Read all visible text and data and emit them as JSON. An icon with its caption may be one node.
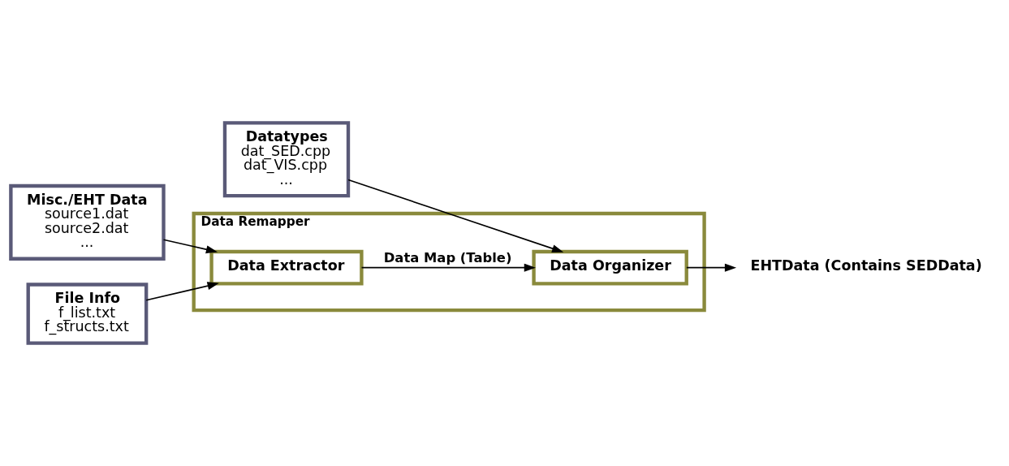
{
  "diagram": {
    "nodes": [
      {
        "text": [
          "Datatypes",
          "dat_SED.cpp",
          "dat_VIS.cpp",
          "..."
        ]
      },
      {
        "text": [
          "Misc./EHT Data",
          "source1.dat",
          "source2.dat",
          "..."
        ]
      },
      {
        "text": [
          "Data Remapper"
        ]
      },
      {
        "text": [
          "Data Extractor"
        ],
        "in": 2
      },
      {
        "text": [
          "Data Organizer"
        ],
        "in": 2
      },
      {
        "text": [
          "File Info",
          "f_list.txt",
          "f_structs.txt"
        ]
      },
      {
        "text": [
          "EHTData (Contains SEDData)"
        ]
      }
    ],
    "edges": [
      {
        "from": 1,
        "to": 3,
        "arrow": "to"
      },
      {
        "from": 5,
        "to": 3,
        "arrow": "to"
      },
      {
        "from": 3,
        "to": 4,
        "arrow": "to",
        "label": "Data Map (Table)"
      },
      {
        "from": 0,
        "to": 4,
        "arrow": "to"
      },
      {
        "from": 4,
        "to": 6,
        "arrow": "to"
      }
    ]
  }
}
